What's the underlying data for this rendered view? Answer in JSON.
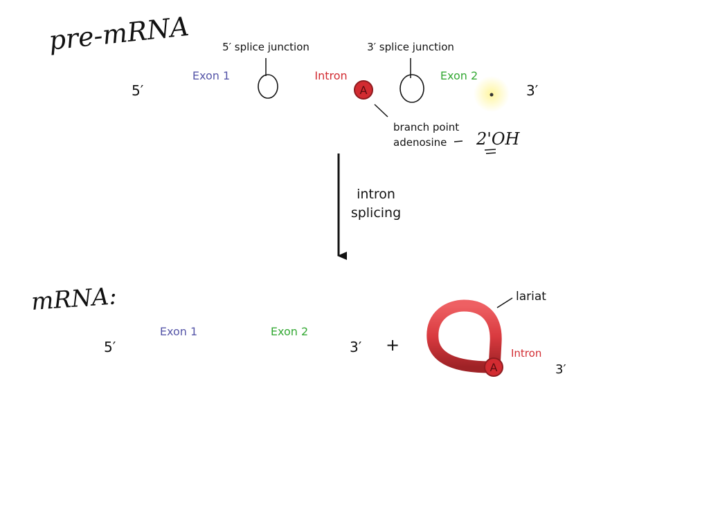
{
  "handwriting": {
    "pre_mrna": "pre-mRNA",
    "mrna": "mRNA:",
    "two_oh": "2'OH"
  },
  "pre_mrna": {
    "five_prime": "5′",
    "three_prime": "3′",
    "exon1": "Exon 1",
    "intron": "Intron",
    "exon2": "Exon 2",
    "five_splice_junction": "5′ splice junction",
    "three_splice_junction": "3′ splice junction",
    "branch_point_line1": "branch point",
    "branch_point_line2": "adenosine",
    "adenosine": "A"
  },
  "process": {
    "line1": "intron",
    "line2": "splicing"
  },
  "mrna": {
    "five_prime": "5′",
    "three_prime": "3′",
    "exon1": "Exon 1",
    "exon2": "Exon 2",
    "plus": "+"
  },
  "lariat": {
    "label": "lariat",
    "intron": "Intron",
    "three_prime": "3′",
    "adenosine": "A"
  },
  "colors": {
    "exon1": "#3f3f9a",
    "intron": "#d93a3f",
    "exon2": "#3dbb3a",
    "exon1_text": "#5656a8",
    "intron_text": "#d22b31",
    "exon2_text": "#33a833"
  }
}
